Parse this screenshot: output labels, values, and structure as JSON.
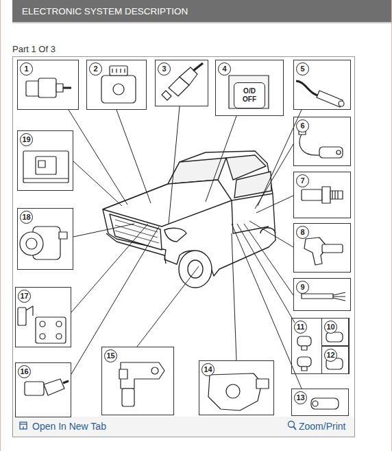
{
  "diagram": {
    "title": "ELECTRONIC SYSTEM DESCRIPTION",
    "nodes": [
      {
        "text": [
          "1"
        ]
      },
      {
        "text": [
          "2"
        ]
      },
      {
        "text": [
          "3"
        ]
      },
      {
        "text": [
          "4",
          "O/D OFF"
        ]
      },
      {
        "text": [
          "5"
        ]
      },
      {
        "text": [
          "19"
        ]
      },
      {
        "text": [
          "6"
        ]
      },
      {
        "text": [
          "7"
        ]
      },
      {
        "text": [
          "18"
        ]
      },
      {
        "text": [
          "8"
        ]
      },
      {
        "text": [
          "17"
        ]
      },
      {
        "text": [
          "9"
        ]
      },
      {
        "text": [
          "11"
        ]
      },
      {
        "text": [
          "10"
        ],
        "in": 12
      },
      {
        "text": [
          "12"
        ],
        "in": 12
      },
      {
        "text": [
          "16"
        ]
      },
      {
        "text": [
          "15"
        ]
      },
      {
        "text": [
          "14"
        ]
      },
      {
        "text": [
          "13"
        ]
      }
    ],
    "labels": [
      "Part 1 Of 3",
      "Open In New Tab",
      "Zoom/Print"
    ]
  }
}
